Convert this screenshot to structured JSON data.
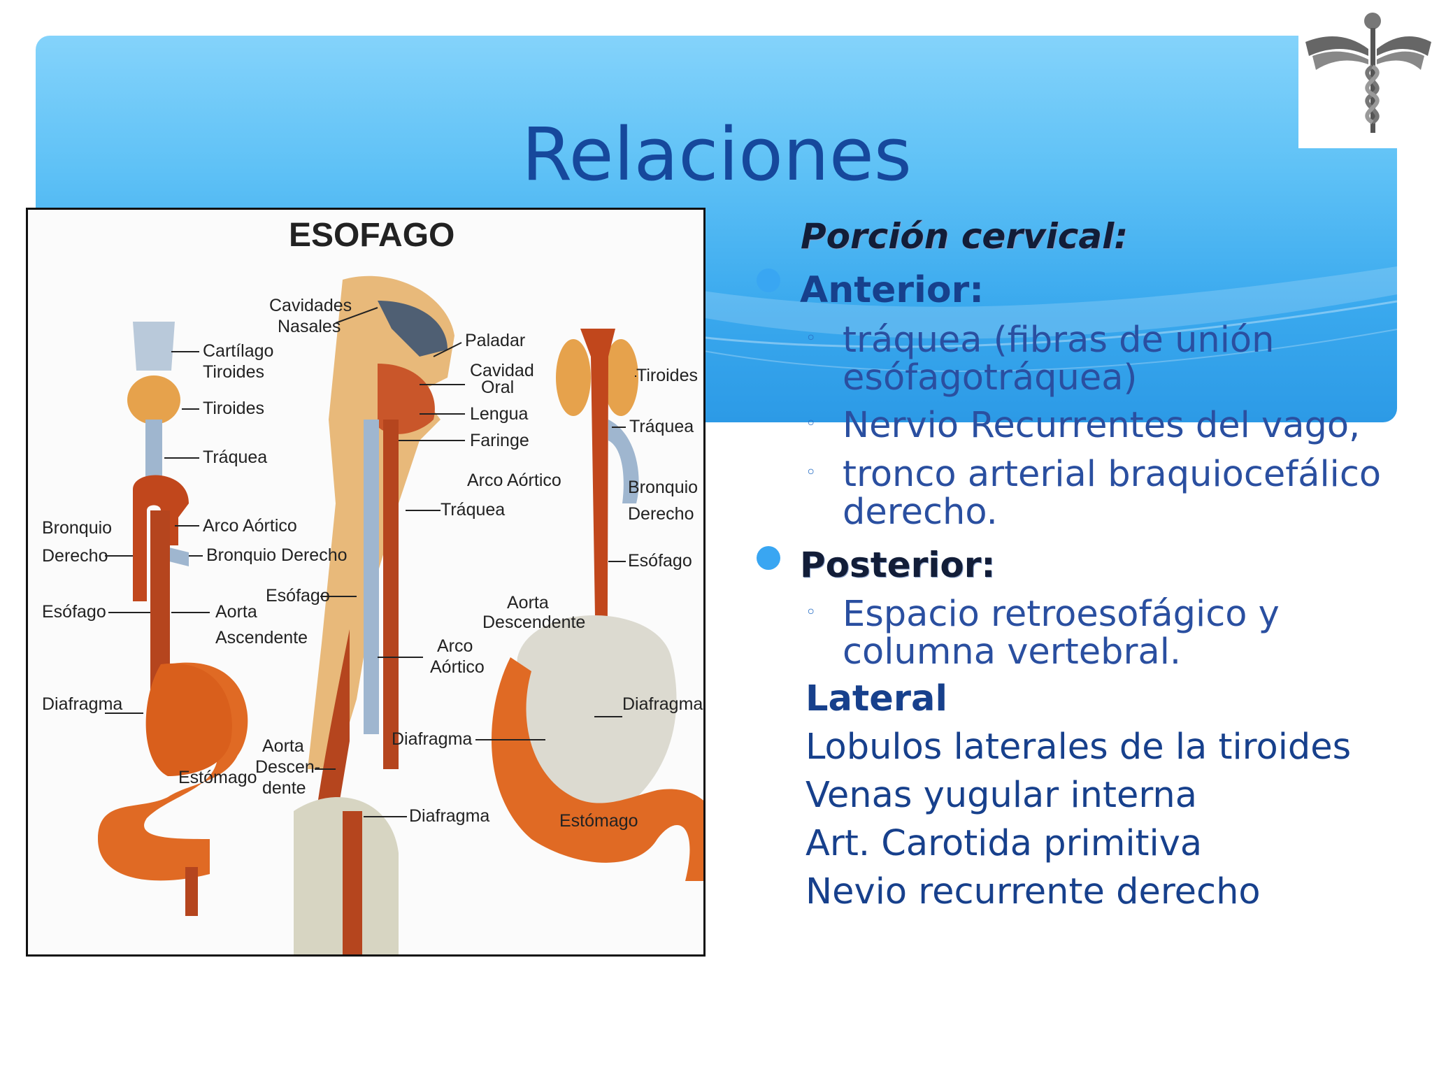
{
  "slide": {
    "title": "Relaciones"
  },
  "figure": {
    "title": "ESOFAGO",
    "left": {
      "cartilago": "Cartílago",
      "tiroides1": "Tiroides",
      "tiroides2": "Tiroides",
      "traquea": "Tráquea",
      "bronquio_l1": "Bronquio",
      "bronquio_l2": "Derecho",
      "arco": "Arco Aórtico",
      "bronquio_derecho": "Bronquio Derecho",
      "esofago": "Esófago",
      "aorta1": "Aorta",
      "aorta2": "Ascendente",
      "diafragma": "Diafragma",
      "estomago": "Estómago"
    },
    "middle": {
      "cavidades1": "Cavidades",
      "cavidades2": "Nasales",
      "paladar": "Paladar",
      "cavidad1": "Cavidad",
      "cavidad2": "Oral",
      "lengua": "Lengua",
      "faringe": "Faringe",
      "arco": "Arco Aórtico",
      "traquea": "Tráquea",
      "esofago": "Esófago",
      "arco2a": "Arco",
      "arco2b": "Aórtico",
      "aorta1": "Aorta",
      "aorta2": "Descen-",
      "aorta3": "dente",
      "diafragma1": "Diafragma",
      "diafragma2": "Diafragma"
    },
    "right": {
      "tiroides": "Tiroides",
      "traquea": "Tráquea",
      "bronquio1": "Bronquio",
      "bronquio2": "Derecho",
      "esofago": "Esófago",
      "aorta1": "Aorta",
      "aorta2": "Descendente",
      "diafragma": "Diafragma",
      "estomago": "Estómago"
    }
  },
  "content": {
    "section": "Porción cervical:",
    "anterior": {
      "label": "Anterior:",
      "items": [
        "tráquea (fibras de unión",
        "esófagotráquea)",
        "Nervio Recurrentes del vago,",
        "tronco arterial braquiocefálico",
        "derecho."
      ]
    },
    "posterior": {
      "label": "Posterior:",
      "items": [
        "Espacio retroesofágico y",
        "columna vertebral."
      ]
    },
    "lateral": {
      "label": "Lateral",
      "lines": [
        "Lobulos laterales de la tiroides",
        "Venas yugular interna",
        "Art. Carotida primitiva",
        "Nevio recurrente derecho"
      ]
    }
  },
  "icons": {
    "logo": "caduceus-icon",
    "bullet": "circle-bullet-icon",
    "sub_bullet": "ring-bullet-icon"
  }
}
